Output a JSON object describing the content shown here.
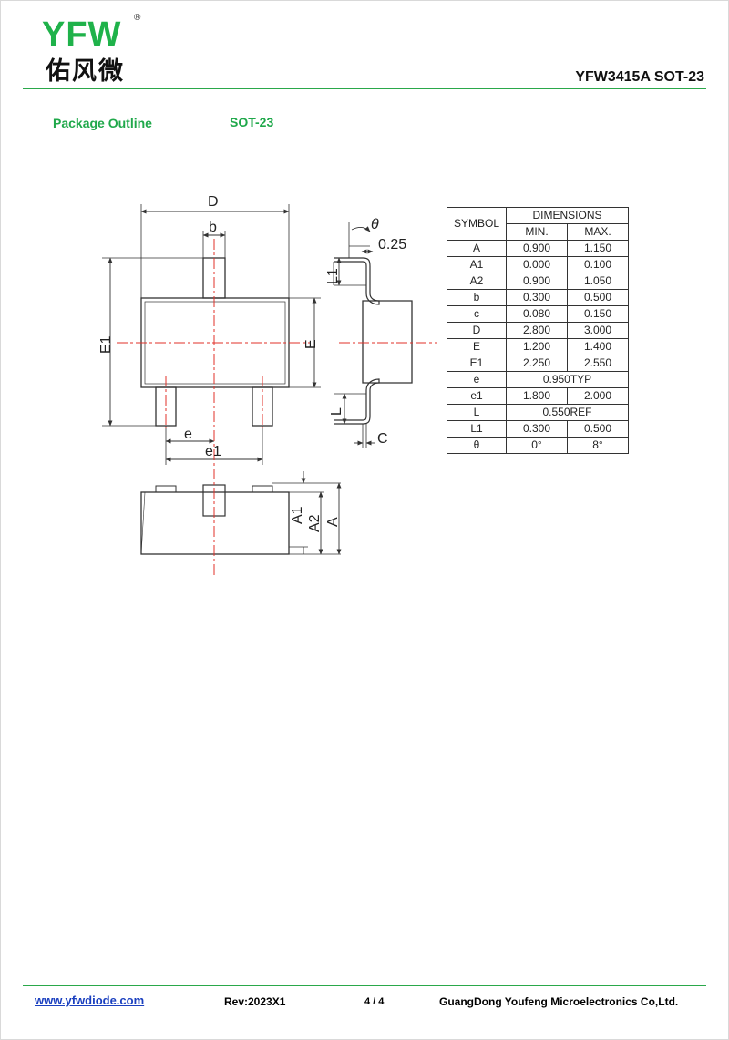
{
  "header": {
    "logo_text": "YFW",
    "logo_registered": "®",
    "logo_chinese": "佑风微",
    "doc_title": "YFW3415A SOT-23",
    "brand_color": "#1fb24a"
  },
  "section": {
    "title": "Package Outline",
    "package": "SOT-23"
  },
  "drawing_labels": {
    "D": "D",
    "b": "b",
    "E1": "E1",
    "E": "E",
    "e": "e",
    "e1": "e1",
    "theta": "θ",
    "gauge": "0.25",
    "L1": "L1",
    "L": "L",
    "C": "C",
    "A1": "A1",
    "A2": "A2",
    "A": "A"
  },
  "table": {
    "symbol_header": "SYMBOL",
    "dimensions_header": "DIMENSIONS",
    "min_header": "MIN.",
    "max_header": "MAX.",
    "rows": [
      {
        "symbol": "A",
        "min": "0.900",
        "max": "1.150"
      },
      {
        "symbol": "A1",
        "min": "0.000",
        "max": "0.100"
      },
      {
        "symbol": "A2",
        "min": "0.900",
        "max": "1.050"
      },
      {
        "symbol": "b",
        "min": "0.300",
        "max": "0.500"
      },
      {
        "symbol": "c",
        "min": "0.080",
        "max": "0.150"
      },
      {
        "symbol": "D",
        "min": "2.800",
        "max": "3.000"
      },
      {
        "symbol": "E",
        "min": "1.200",
        "max": "1.400"
      },
      {
        "symbol": "E1",
        "min": "2.250",
        "max": "2.550"
      },
      {
        "symbol": "e",
        "typ": "0.950TYP"
      },
      {
        "symbol": "e1",
        "min": "1.800",
        "max": "2.000"
      },
      {
        "symbol": "L",
        "typ": "0.550REF"
      },
      {
        "symbol": "L1",
        "min": "0.300",
        "max": "0.500"
      },
      {
        "symbol": "θ",
        "min": "0°",
        "max": "8°"
      }
    ]
  },
  "footer": {
    "website": "www.yfwdiode.com",
    "revision": "Rev:2023X1",
    "page": "4 / 4",
    "company": "GuangDong Youfeng Microelectronics Co,Ltd."
  }
}
